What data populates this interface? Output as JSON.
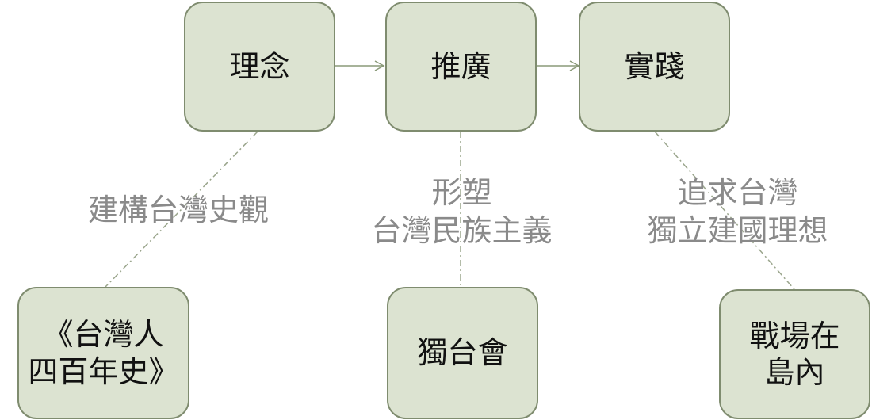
{
  "nodes": {
    "top": [
      {
        "text": "理念"
      },
      {
        "text": "推廣"
      },
      {
        "text": "實踐"
      }
    ],
    "bottom": [
      {
        "text": "《台灣人\n四百年史》"
      },
      {
        "text": "獨台會"
      },
      {
        "text": "戰場在\n島內"
      }
    ]
  },
  "labels": [
    {
      "text": "建構台灣史觀"
    },
    {
      "text": "形塑\n台灣民族主義"
    },
    {
      "text": "追求台灣\n獨立建國理想"
    }
  ],
  "colors": {
    "box_fill": "#dce3d1",
    "box_border": "#7f8c6f",
    "arrow": "#8a9a78",
    "label_text": "#8a8a8a"
  }
}
